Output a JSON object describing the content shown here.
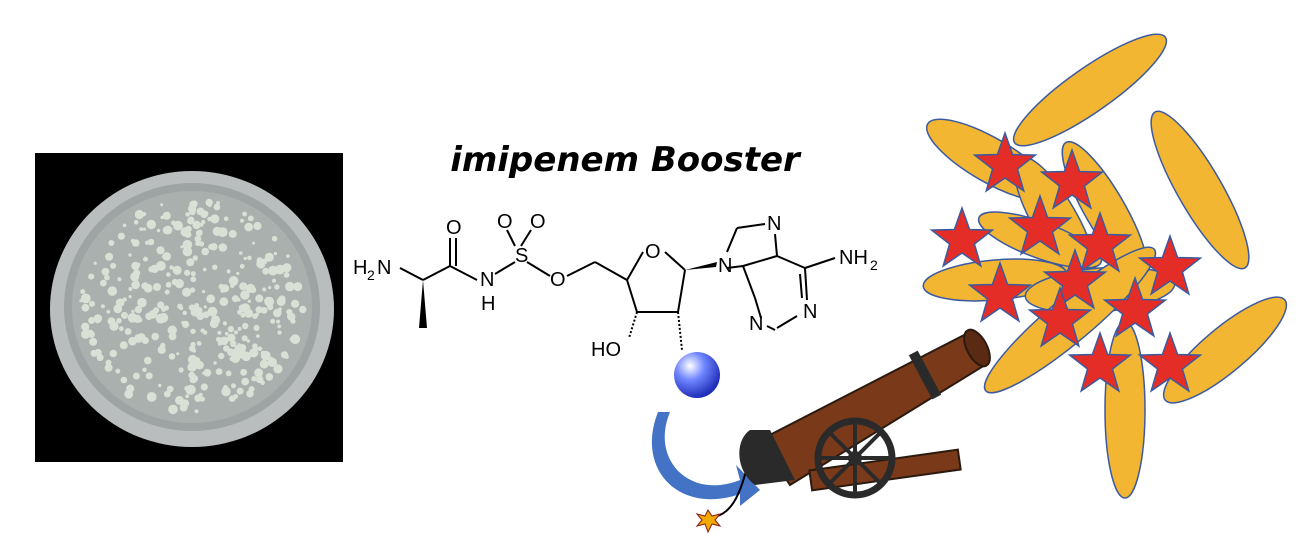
{
  "title": "imipenem Booster",
  "molecule": {
    "amine_left": "H",
    "amine_left_sub": "2",
    "amine_left_n": "N",
    "carbonyl_o": "O",
    "sulfonyl_o1": "O",
    "sulfonyl_o2": "O",
    "nh_top": "N",
    "nh_bottom": "H",
    "sulfur": "S",
    "ester_o": "O",
    "ring_o": "O",
    "ho": "HO",
    "purine_n1": "N",
    "purine_n2": "N",
    "purine_n3": "N",
    "purine_n4": "N",
    "nh2_main": "NH",
    "nh2_sub": "2"
  },
  "colors": {
    "bacteria": "#f2b632",
    "bacteria_outline": "#3b5aa0",
    "star": "#e52d27",
    "star_outline": "#3b5aa0",
    "cannon": "#7a3a1a",
    "cannon_dark": "#2a2a2a",
    "arrow": "#4472c4",
    "ball": "#3a4fd6",
    "dish_bg": "#000000"
  }
}
